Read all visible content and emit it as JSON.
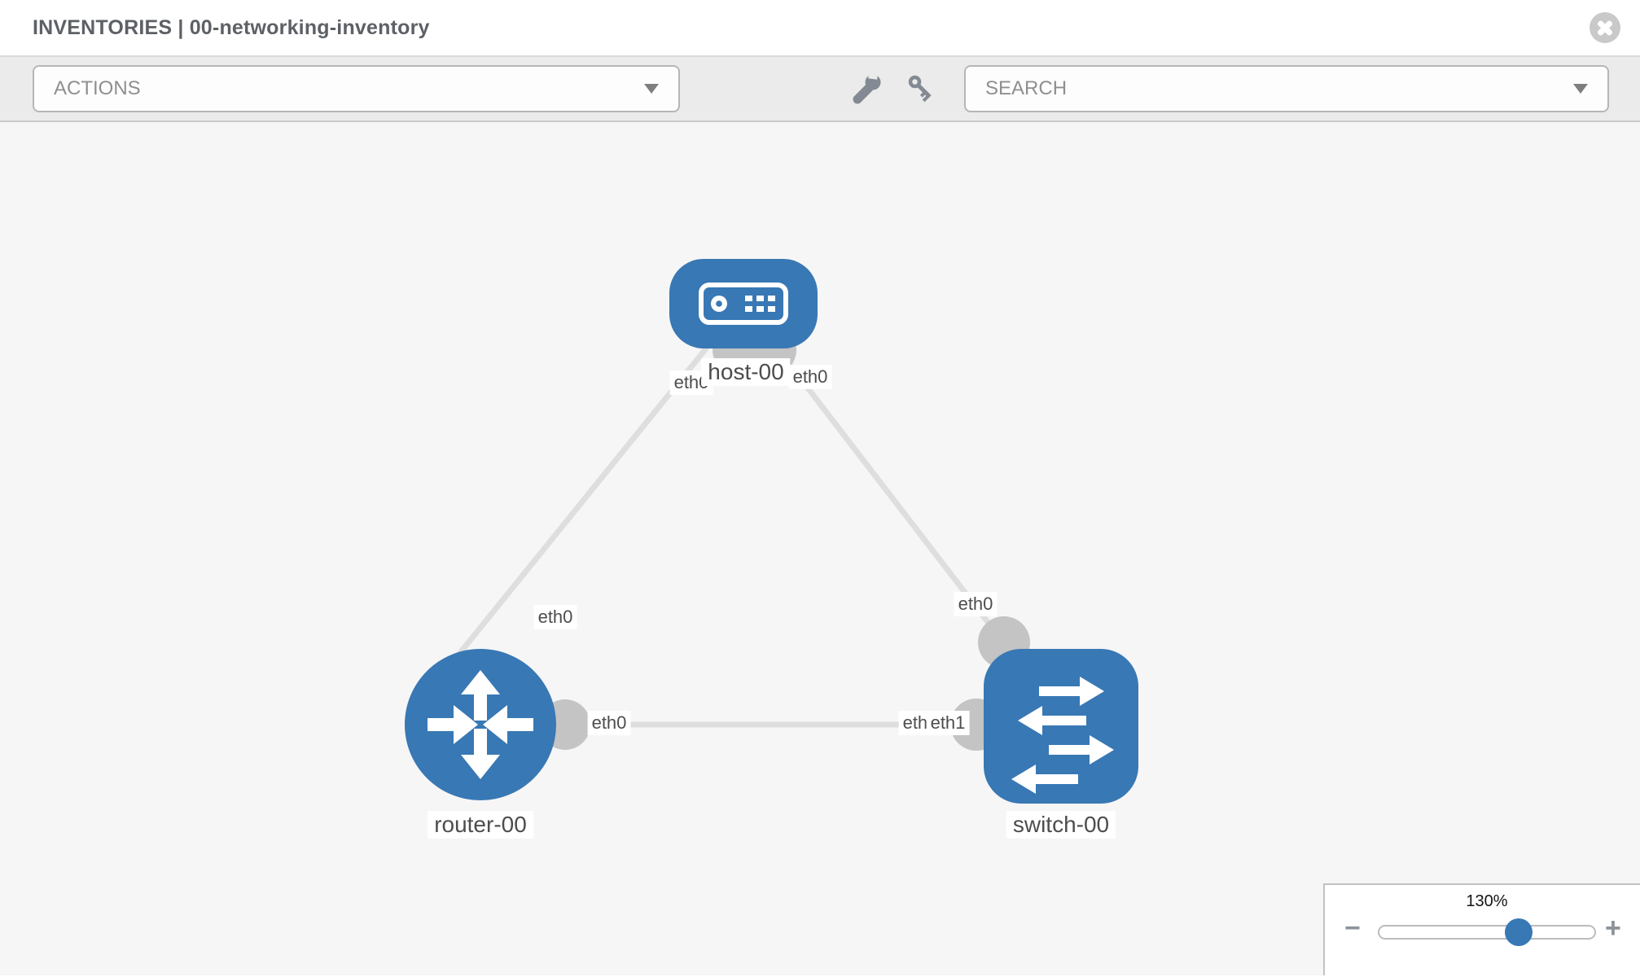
{
  "header": {
    "title": "INVENTORIES | 00-networking-inventory"
  },
  "toolbar": {
    "actions_label": "ACTIONS",
    "search_label": "SEARCH",
    "tool_icons": [
      "wrench-icon",
      "key-icon"
    ]
  },
  "topology": {
    "nodes": [
      {
        "name": "host-00",
        "type": "host"
      },
      {
        "name": "router-00",
        "type": "router"
      },
      {
        "name": "switch-00",
        "type": "switch"
      }
    ],
    "links": [
      {
        "from": "host-00",
        "to": "router-00"
      },
      {
        "from": "host-00",
        "to": "switch-00"
      },
      {
        "from": "router-00",
        "to": "switch-00"
      }
    ],
    "interface_labels": [
      {
        "text": "eth0",
        "location": "host-left"
      },
      {
        "text": "eth0",
        "location": "host-right"
      },
      {
        "text": "eth0",
        "location": "router-top"
      },
      {
        "text": "eth0",
        "location": "switch-top"
      },
      {
        "text": "eth0",
        "location": "router-right"
      },
      {
        "text": "eth0",
        "location": "switch-left-under"
      },
      {
        "text": "eth1",
        "location": "switch-left"
      }
    ],
    "colors": {
      "node_blue": "#3878b4",
      "link_gray": "#dedede",
      "interface_gray": "#c4c4c4",
      "canvas_bg": "#f6f6f6"
    }
  },
  "zoom_control": {
    "value_label": "130%",
    "percent": 130,
    "minus_label": "−",
    "plus_label": "+"
  }
}
